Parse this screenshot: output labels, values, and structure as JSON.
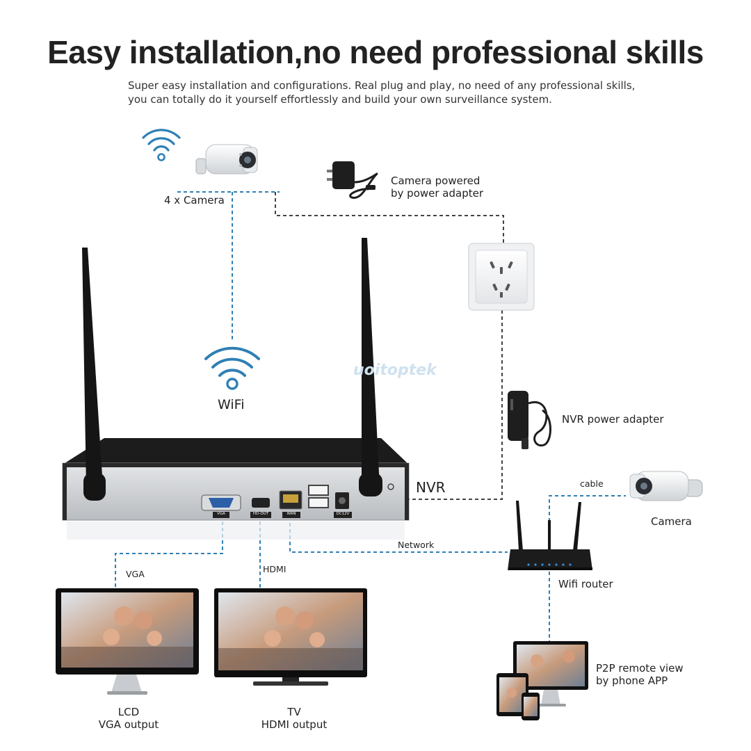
{
  "title": "Easy installation,no need professional skills",
  "subtitle_line1": "Super easy installation and configurations. Real plug and play, no need of any professional skills,",
  "subtitle_line2": "you can totally do it yourself effortlessly and build your own surveillance system.",
  "labels": {
    "camera_group": "4 x Camera",
    "camera_powered_1": "Camera powered",
    "camera_powered_2": "by power adapter",
    "wifi": "WiFi",
    "watermark": "uoitoptek",
    "nvr_power": "NVR power adapter",
    "nvr": "NVR",
    "cable": "cable",
    "camera": "Camera",
    "network": "Network",
    "wifi_router": "Wifi router",
    "vga": "VGA",
    "hdmi": "HDMI",
    "lcd_1": "LCD",
    "lcd_2": "VGA output",
    "tv_1": "TV",
    "tv_2": "HDMI output",
    "p2p_1": "P2P remote view",
    "p2p_2": "by phone APP"
  },
  "ports": {
    "vga": "VGA",
    "hdmi": "HD-OUT",
    "wan": "WAN",
    "dc": "DC12V"
  },
  "colors": {
    "connector_line": "#2f7fb5",
    "power_line": "#444444",
    "wifi_icon": "#2f7fb5",
    "nvr_body": "#c9cbce",
    "nvr_top": "#1c1c1c"
  }
}
